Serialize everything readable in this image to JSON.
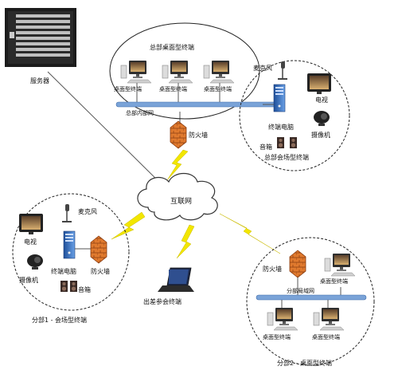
{
  "labels": {
    "server": "服务器",
    "hq_desktop_group": "总部桌面型终端",
    "hq_desktop_1": "桌面型终端",
    "hq_desktop_2": "桌面型终端",
    "hq_desktop_3": "桌面型终端",
    "hq_lan": "总部内部网",
    "hq_firewall": "防火墙",
    "hq_mic": "麦克风",
    "hq_tv": "电视",
    "hq_pc": "终端电脑",
    "hq_camera": "摄像机",
    "hq_speaker": "音箱",
    "hq_venue": "总部会场型终端",
    "internet": "互联网",
    "b1_mic": "麦克风",
    "b1_tv": "电视",
    "b1_pc": "终端电脑",
    "b1_firewall": "防火墙",
    "b1_camera": "摄像机",
    "b1_speaker": "音箱",
    "b1_venue": "分部1 - 会场型终端",
    "travel": "出差参会终端",
    "b2_firewall": "防火墙",
    "b2_desktop_1": "桌面型终端",
    "b2_lan": "分部局域网",
    "b2_desktop_2": "桌面型终端",
    "b2_desktop_3": "桌面型终端",
    "b2_group": "分部2 - 桌面型终端"
  },
  "colors": {
    "firewall": "#e07a2e",
    "lightning": "#f2e600",
    "lan_bar": "#7aa3d8",
    "pc_tower": "#3b73c6",
    "monitor": "#3c3c3c"
  },
  "icons": [
    "server-icon",
    "desktop-icon",
    "mic-icon",
    "tv-icon",
    "pc-tower-icon",
    "camera-icon",
    "speaker-icon",
    "firewall-icon",
    "cloud-icon",
    "laptop-icon",
    "lightning-icon"
  ]
}
